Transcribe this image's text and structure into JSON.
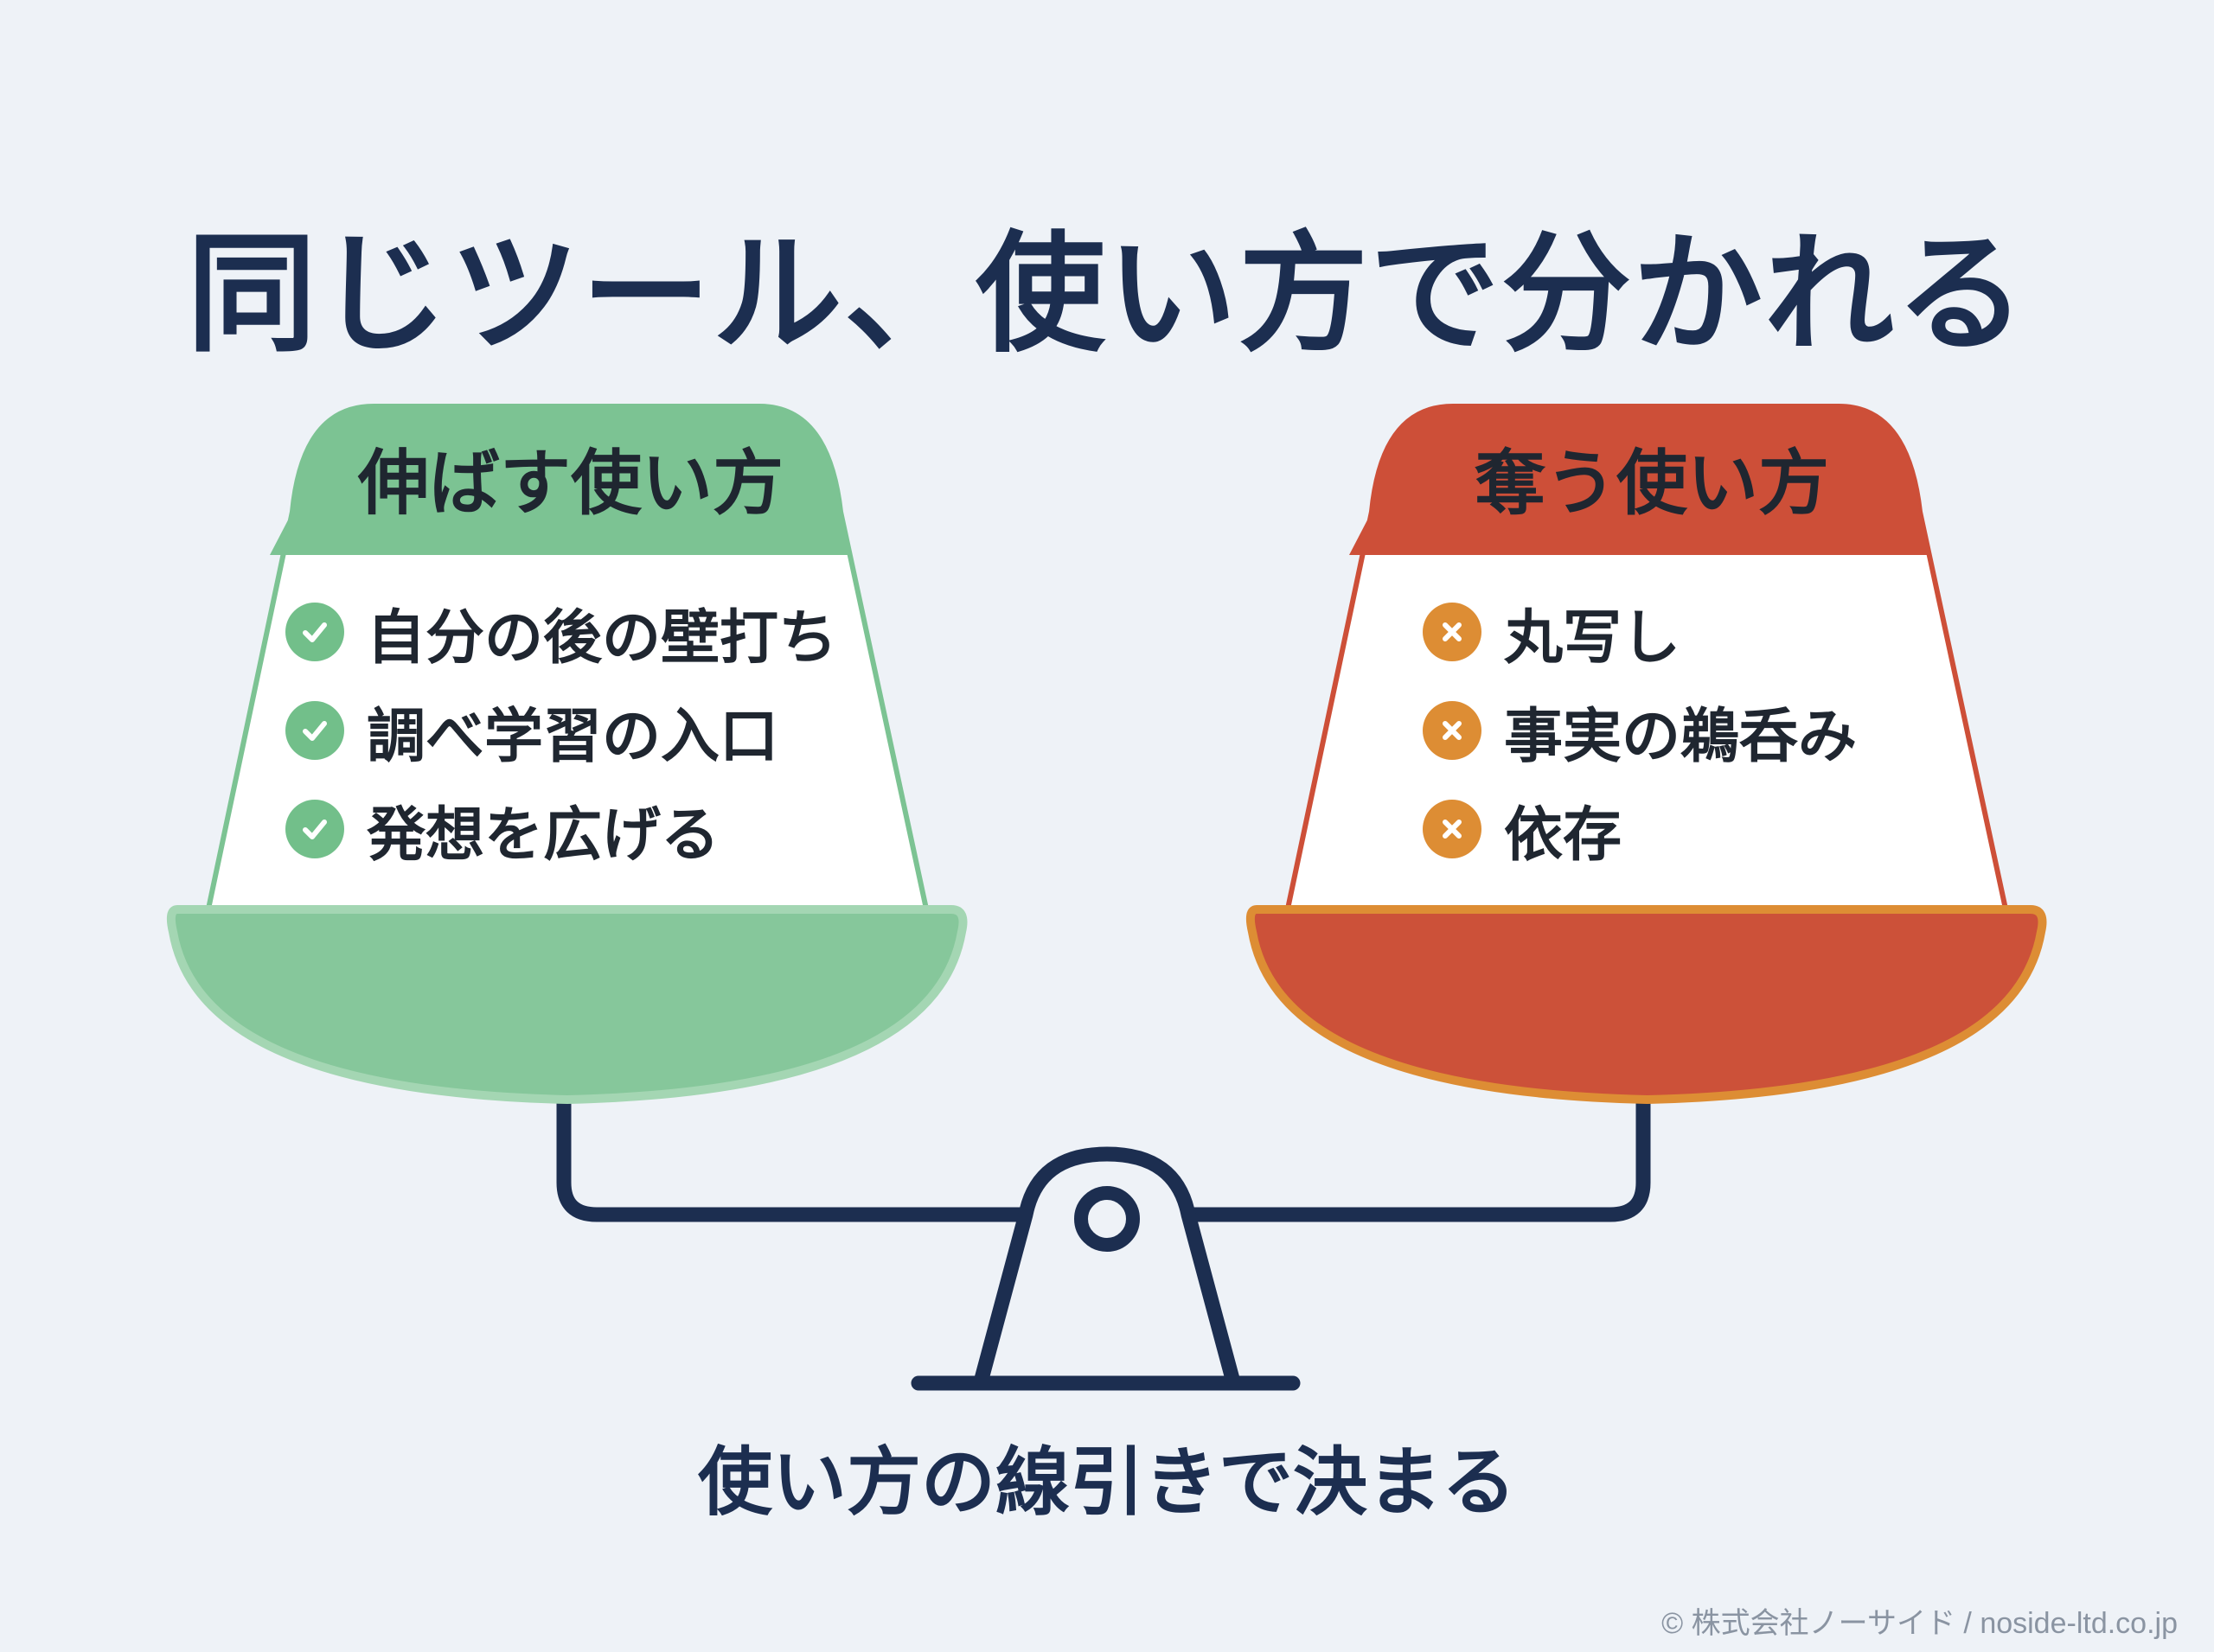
{
  "title": "同じツール、使い方で分かれる",
  "left_pan": {
    "title": "伸ばす使い方",
    "items": [
      "自分の後の壁打ち",
      "調べ学習の入口",
      "発想を広げる"
    ],
    "icon": "check-icon",
    "header_color": "#7cc393",
    "bowl_color": "#86c79b"
  },
  "right_pan": {
    "title": "奪う使い方",
    "items": [
      "丸写し",
      "事実の鵜呑み",
      "依存"
    ],
    "icon": "cross-icon",
    "header_color": "#cd4f38",
    "bowl_color": "#cc5139"
  },
  "caption": "使い方の線引きで決まる",
  "credit": "© 株式会社ノーサイド / noside-ltd.co.jp",
  "colors": {
    "background": "#eef2f7",
    "navy": "#1c2e50",
    "green": "#7cc393",
    "red": "#cd4f38",
    "orange": "#dd8d34"
  }
}
